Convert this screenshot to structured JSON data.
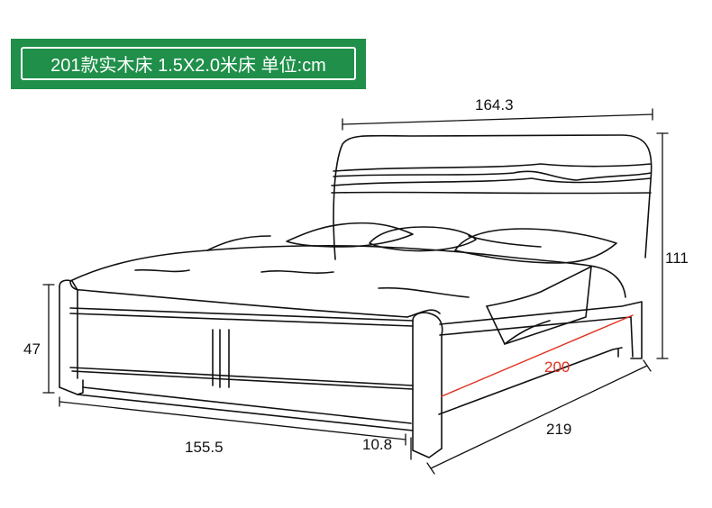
{
  "banner": {
    "title": "201款实木床 1.5X2.0米床 单位:cm",
    "background": "#1f8f4a",
    "text_color": "#ffffff"
  },
  "dimensions": {
    "headboard_width": "164.3",
    "headboard_height": "111",
    "footboard_height": "47",
    "footboard_width": "155.5",
    "foot_leg_height": "10.8",
    "total_length": "219",
    "mattress_length": "200"
  },
  "colors": {
    "line": "#111111",
    "highlight": "#e0311f"
  }
}
